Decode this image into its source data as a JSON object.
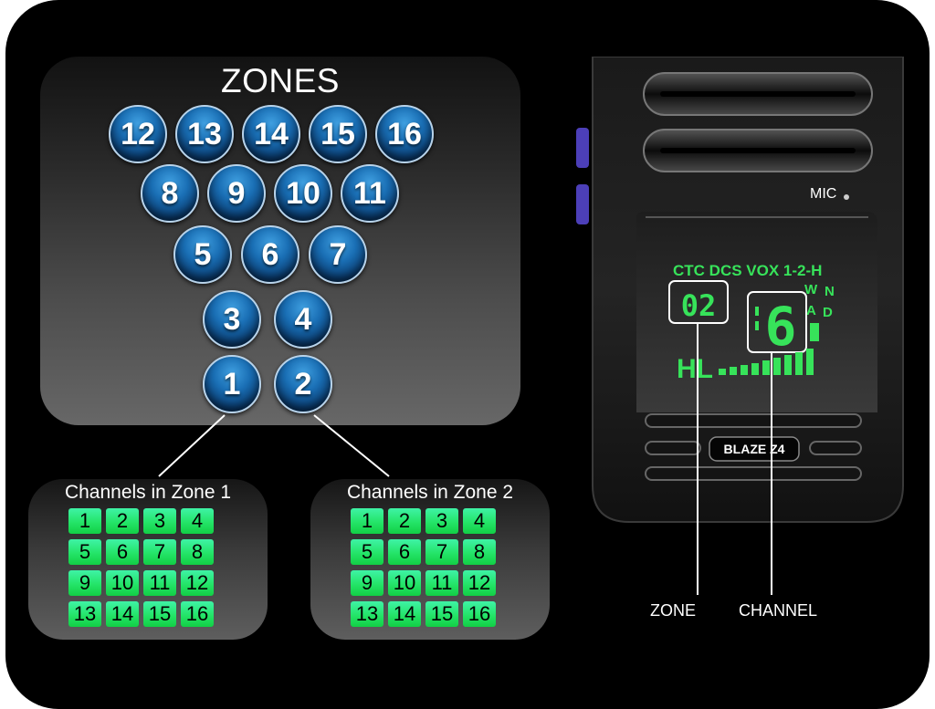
{
  "zones": {
    "title": "ZONES",
    "rows": [
      [
        "12",
        "13",
        "14",
        "15",
        "16"
      ],
      [
        "8",
        "9",
        "10",
        "11"
      ],
      [
        "5",
        "6",
        "7"
      ],
      [
        "3",
        "4"
      ],
      [
        "1",
        "2"
      ]
    ]
  },
  "channel_panels": [
    {
      "title": "Channels in Zone 1",
      "channels": [
        "1",
        "2",
        "3",
        "4",
        "5",
        "6",
        "7",
        "8",
        "9",
        "10",
        "11",
        "12",
        "13",
        "14",
        "15",
        "16"
      ]
    },
    {
      "title": "Channels in Zone 2",
      "channels": [
        "1",
        "2",
        "3",
        "4",
        "5",
        "6",
        "7",
        "8",
        "9",
        "10",
        "11",
        "12",
        "13",
        "14",
        "15",
        "16"
      ]
    }
  ],
  "radio": {
    "mic_label": "MIC",
    "brand": "BLAZE Z4",
    "display": {
      "indicators": "CTC DCS VOX 1-2-H",
      "w": "W",
      "n": "N",
      "a": "A",
      "d": "D",
      "zone_value": "02",
      "channel_value": "6",
      "power": "HL"
    },
    "zone_label": "ZONE",
    "channel_label": "CHANNEL"
  },
  "colors": {
    "background": "#000000",
    "zone_ball": "#1a6fb5",
    "channel_cell": "#24e468",
    "lcd_text": "#37e35a"
  }
}
